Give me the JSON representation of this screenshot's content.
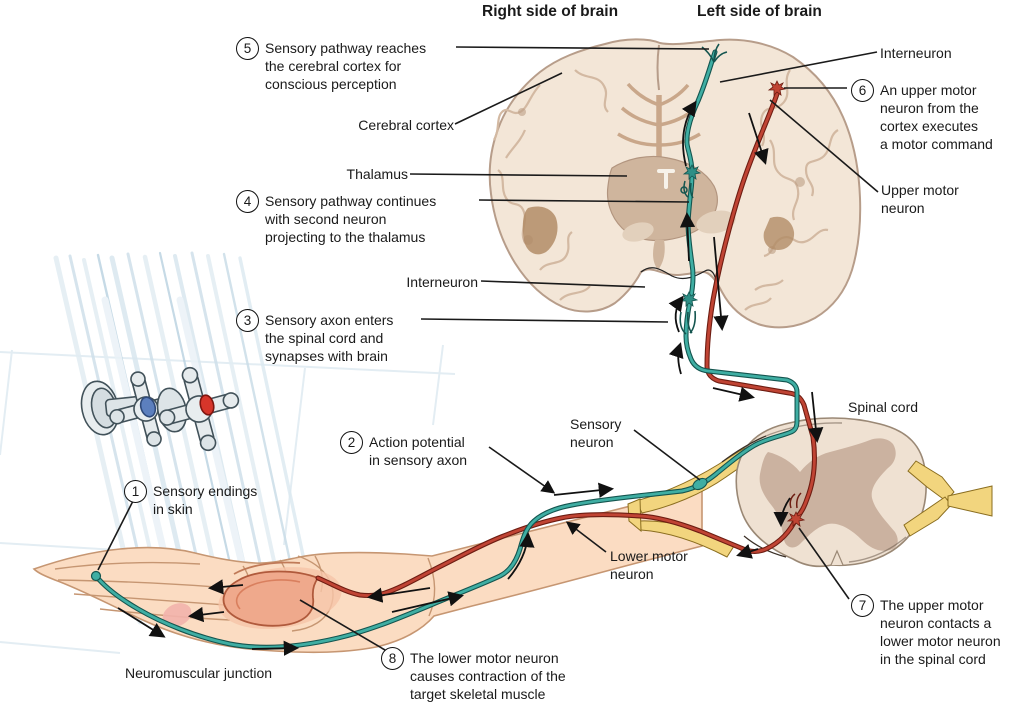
{
  "titles": {
    "right": "Right side of brain",
    "left": "Left side of brain"
  },
  "steps": [
    {
      "num": "1",
      "text": "Sensory endings\nin skin"
    },
    {
      "num": "2",
      "text": "Action potential\nin sensory axon"
    },
    {
      "num": "3",
      "text": "Sensory axon enters\nthe spinal cord and\nsynapses with brain"
    },
    {
      "num": "4",
      "text": "Sensory pathway continues\nwith second neuron\nprojecting to the thalamus"
    },
    {
      "num": "5",
      "text": "Sensory pathway reaches\nthe cerebral cortex for\nconscious perception"
    },
    {
      "num": "6",
      "text": "An upper motor\nneuron from the\ncortex executes\na motor command"
    },
    {
      "num": "7",
      "text": "The upper motor\nneuron contacts a\nlower motor neuron\nin the spinal cord"
    },
    {
      "num": "8",
      "text": "The lower motor neuron\ncauses contraction of the\ntarget skeletal muscle"
    }
  ],
  "labels": {
    "cerebral_cortex": "Cerebral cortex",
    "thalamus": "Thalamus",
    "interneuron_mid": "Interneuron",
    "interneuron_top": "Interneuron",
    "upper_motor_neuron": "Upper motor\nneuron",
    "spinal_cord": "Spinal cord",
    "sensory_neuron": "Sensory\nneuron",
    "lower_motor_neuron": "Lower motor\nneuron",
    "neuromuscular_junction": "Neuromuscular junction"
  },
  "legend_colors": {
    "sensory_pathway": "#3FAEA3",
    "motor_pathway": "#C04434",
    "nerve_root": "#F2D57E",
    "skin": "#FBDCC2",
    "brain_tissue": "#F3E6D7",
    "gray_matter": "#CBB2A0"
  }
}
